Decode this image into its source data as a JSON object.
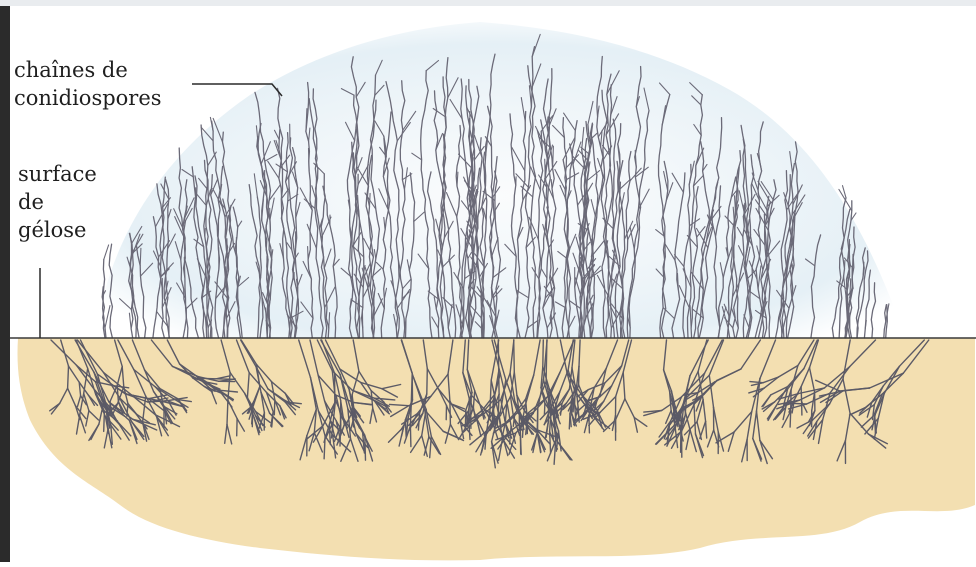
{
  "labels": {
    "conidiospore_chains": [
      "chaînes de",
      "conidiospores"
    ],
    "agar_surface": [
      "surface",
      "de",
      "gélose"
    ]
  },
  "colors": {
    "agar": "#f3dfb1",
    "hyphae": "#5b5a66",
    "aerial_hyphae": "#6b6a78",
    "spore_halo": "#cfe3ee",
    "surface_line": "#3a3a3a",
    "background": "#ffffff"
  }
}
